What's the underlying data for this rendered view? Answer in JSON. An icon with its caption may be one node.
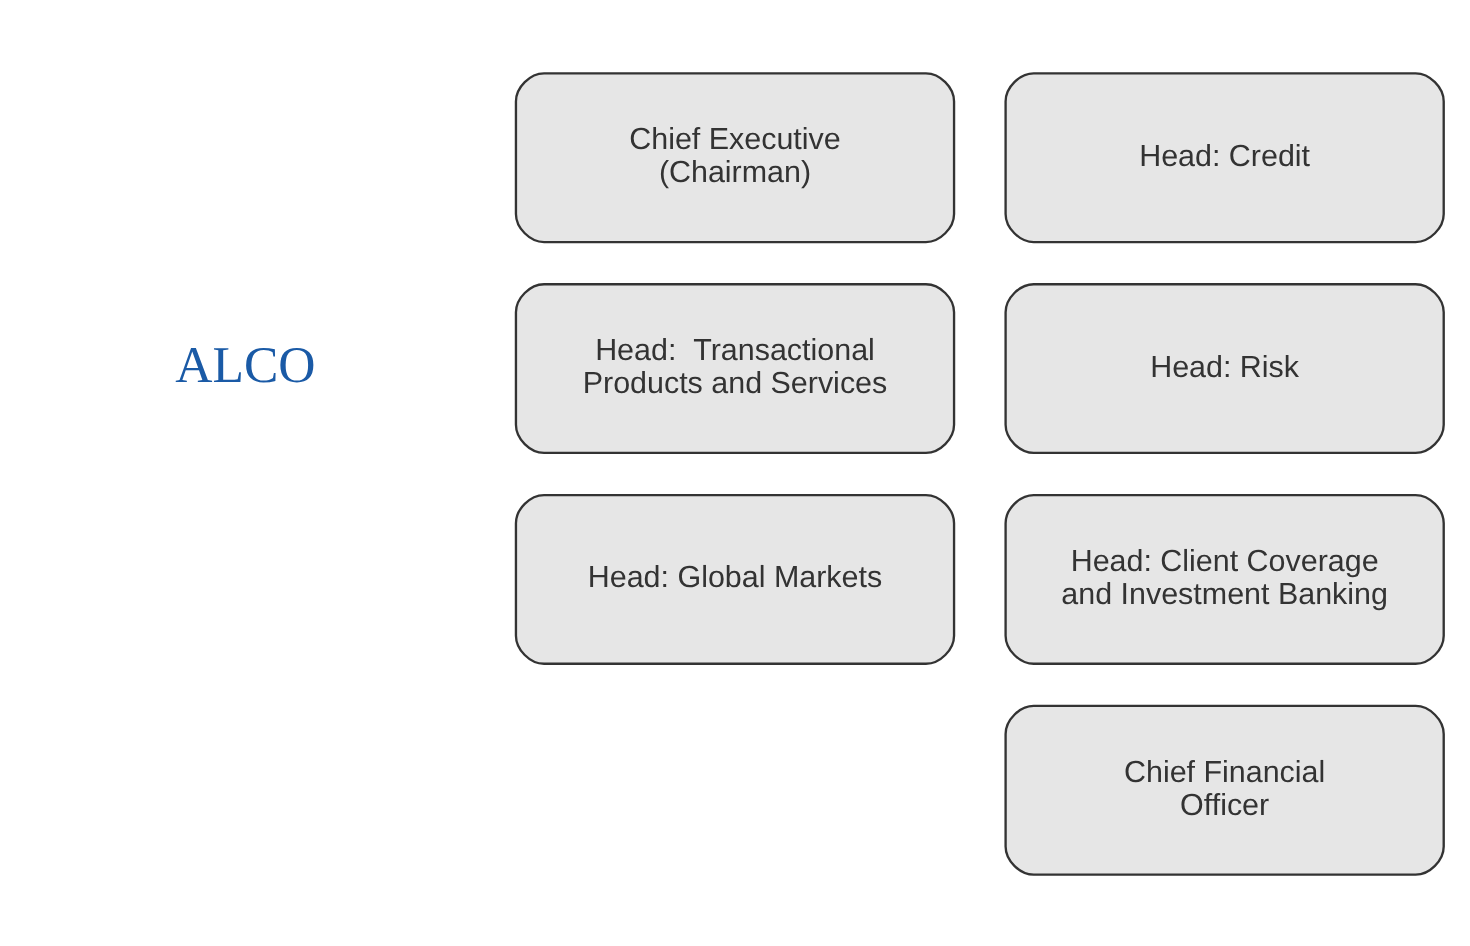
{
  "diagram": {
    "nodes": [
      {
        "text": [
          "Chief Executive (Chairman)"
        ]
      },
      {
        "text": [
          "Head:  Transactional Products and Services"
        ]
      },
      {
        "text": [
          "Head: Global Markets"
        ]
      },
      {
        "text": [
          "Head: Credit"
        ]
      },
      {
        "text": [
          "Head: Risk"
        ]
      },
      {
        "text": [
          "Head: Client Coverage and Investment Banking"
        ]
      },
      {
        "text": [
          "Chief Financial Officer"
        ]
      }
    ],
    "edges": [],
    "labels": [
      "ALCO"
    ]
  }
}
